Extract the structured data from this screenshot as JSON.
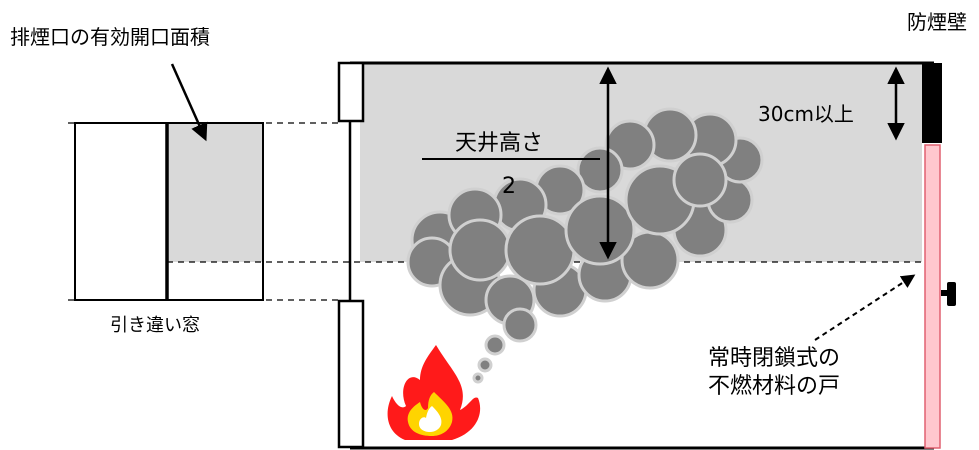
{
  "labels": {
    "smoke_outlet_area": "排煙口の有効開口面積",
    "smoke_barrier": "防煙壁",
    "sliding_window": "引き違い窓",
    "min_height": "30cm以上",
    "ceiling_height": "天井高さ",
    "denominator": "2",
    "door_line1": "常時閉鎖式の",
    "door_line2": "不燃材料の戸"
  },
  "colors": {
    "room_upper_fill": "#d9d9d9",
    "smoke_fill": "#808080",
    "smoke_stroke": "#d0d0d0",
    "barrier_fill": "#000000",
    "door_fill": "#ffc7ce",
    "door_stroke": "#e06070",
    "flame_outer": "#ff1a1a",
    "flame_inner": "#ffd400"
  },
  "icons": {
    "fire": "fire-icon",
    "smoke": "smoke-cloud-icon",
    "door_handle": "door-handle-icon"
  }
}
